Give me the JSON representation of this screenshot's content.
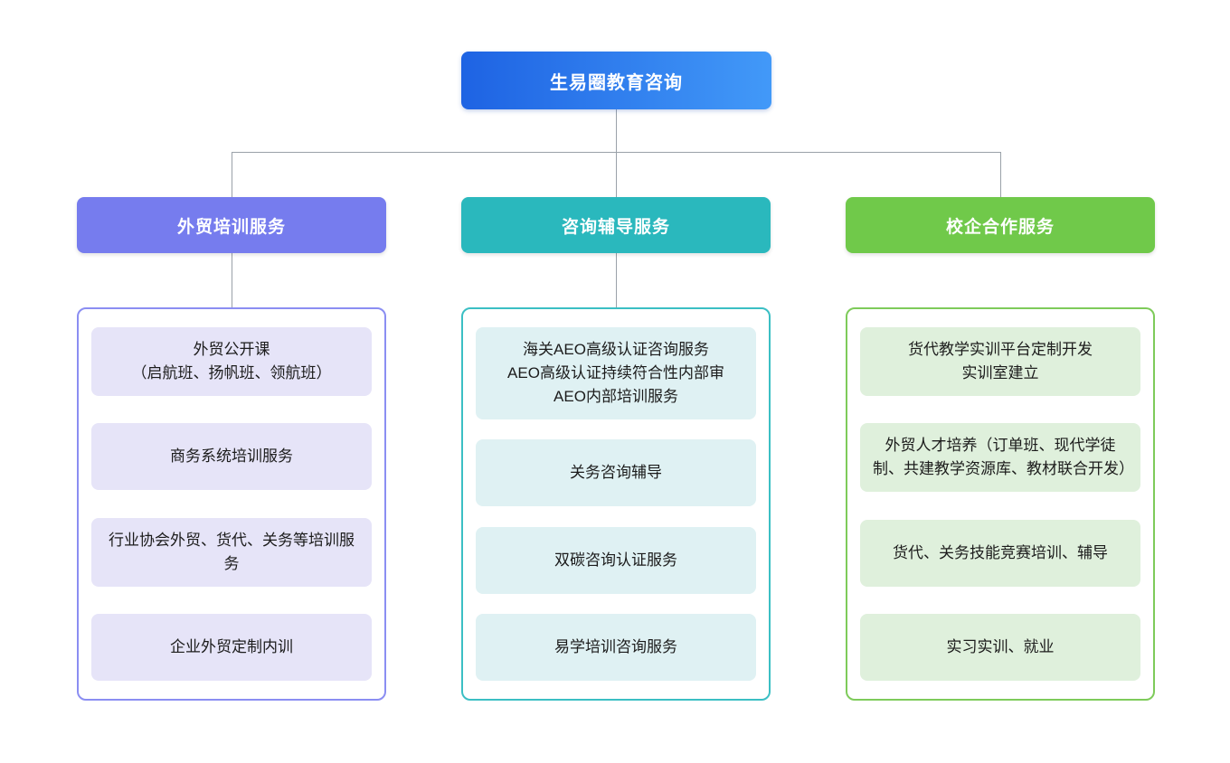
{
  "root": {
    "label": "生易圈教育咨询",
    "gradient_start": "#1e63e3",
    "gradient_end": "#4299f8",
    "text_color": "#ffffff"
  },
  "connector_color": "#9aa1a9",
  "branches": [
    {
      "label": "外贸培训服务",
      "header_color": "#767cee",
      "border_color": "#8b8ef2",
      "item_bg": "#e6e4f8",
      "items": [
        "外贸公开课\n（启航班、扬帆班、领航班）",
        "商务系统培训服务",
        "行业协会外贸、货代、关务等培训服务",
        "企业外贸定制内训"
      ]
    },
    {
      "label": "咨询辅导服务",
      "header_color": "#2ab8bd",
      "border_color": "#3bbfc4",
      "item_bg": "#dff1f3",
      "items": [
        "海关AEO高级认证咨询服务\nAEO高级认证持续符合性内部审\nAEO内部培训服务",
        "关务咨询辅导",
        "双碳咨询认证服务",
        "易学培训咨询服务"
      ]
    },
    {
      "label": "校企合作服务",
      "header_color": "#70c94a",
      "border_color": "#7ecb5a",
      "item_bg": "#dff0dc",
      "items": [
        "货代教学实训平台定制开发\n实训室建立",
        "外贸人才培养（订单班、现代学徒制、共建教学资源库、教材联合开发）",
        "货代、关务技能竞赛培训、辅导",
        "实习实训、就业"
      ]
    }
  ]
}
